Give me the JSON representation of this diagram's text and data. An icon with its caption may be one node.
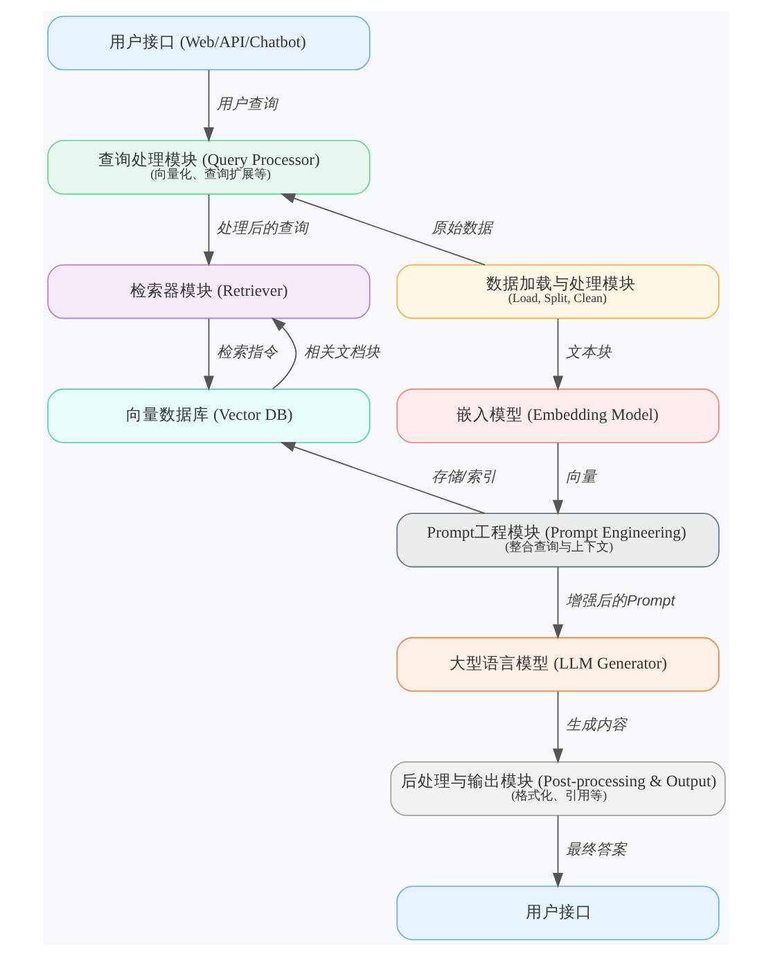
{
  "diagram": {
    "nodes": [
      {
        "text": [
          "用户接口 (Web/API/Chatbot)"
        ]
      },
      {
        "text": [
          "查询处理模块 (Query Processor)",
          "(向量化、查询扩展等)"
        ]
      },
      {
        "text": [
          "数据加载与处理模块",
          "(Load, Split, Clean)"
        ]
      },
      {
        "text": [
          "检索器模块 (Retriever)"
        ]
      },
      {
        "text": [
          "嵌入模型 (Embedding Model)"
        ]
      },
      {
        "text": [
          "向量数据库 (Vector DB)"
        ]
      },
      {
        "text": [
          "Prompt工程模块 (Prompt Engineering)",
          "(整合查询与上下文)"
        ]
      },
      {
        "text": [
          "大型语言模型 (LLM Generator)"
        ]
      },
      {
        "text": [
          "后处理与输出模块 (Post-processing & Output)",
          "(格式化、引用等)"
        ]
      },
      {
        "text": [
          "用户接口"
        ]
      }
    ],
    "edges": [
      {
        "from": 0,
        "to": 1,
        "arrow": "to",
        "label": "用户查询"
      },
      {
        "from": 1,
        "to": 3,
        "arrow": "to",
        "label": "处理后的查询"
      },
      {
        "from": 2,
        "to": 1,
        "arrow": "to",
        "label": "原始数据"
      },
      {
        "from": 2,
        "to": 4,
        "arrow": "to",
        "label": "文本块"
      },
      {
        "from": 3,
        "to": 5,
        "arrow": "to",
        "label": "检索指令"
      },
      {
        "from": 5,
        "to": 3,
        "arrow": "to",
        "label": "相关文档块"
      },
      {
        "from": 4,
        "to": 6,
        "arrow": "to",
        "label": "向量"
      },
      {
        "from": 6,
        "to": 5,
        "arrow": "to",
        "label": "存储/索引"
      },
      {
        "from": 6,
        "to": 7,
        "arrow": "to",
        "label": "增强后的Prompt"
      },
      {
        "from": 7,
        "to": 8,
        "arrow": "to",
        "label": "生成内容"
      },
      {
        "from": 8,
        "to": 9,
        "arrow": "to",
        "label": "最终答案"
      }
    ]
  }
}
